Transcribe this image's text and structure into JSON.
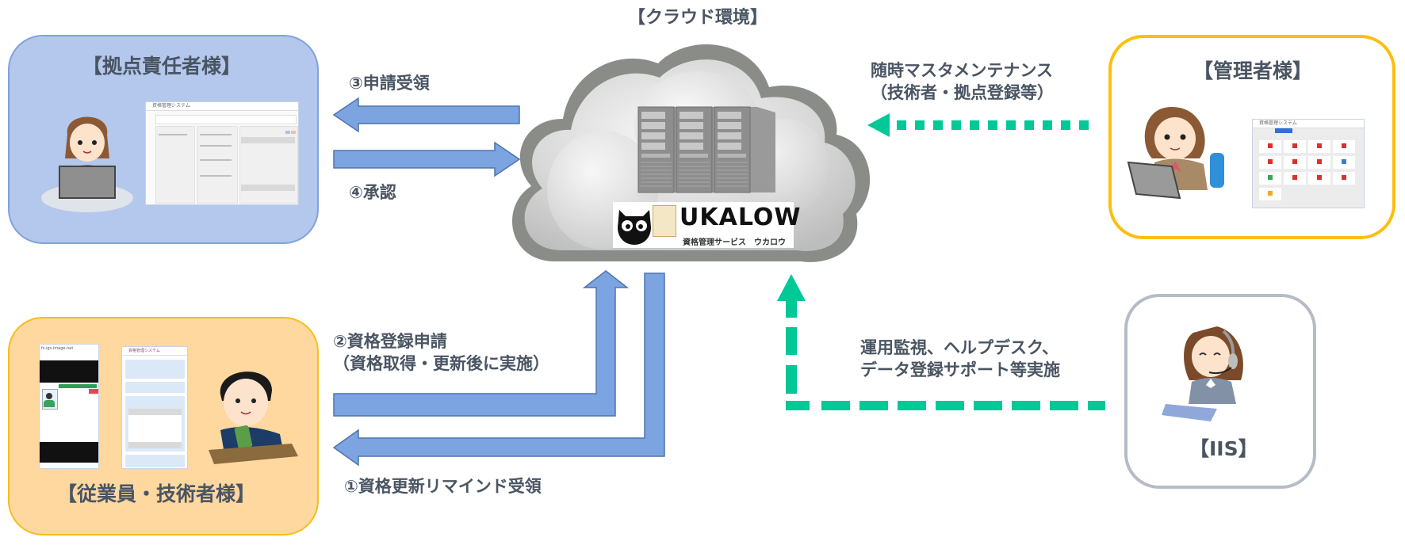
{
  "cloud": {
    "title": "【クラウド環境】",
    "service_logo": "UKALOW",
    "service_subtitle": "資格管理サービス　ウカロウ"
  },
  "actors": {
    "site_manager": {
      "title": "【拠点責任者様】",
      "screen_title": "資格管理システム"
    },
    "employee": {
      "title": "【従業員・技術者様】",
      "phone_url": "fs.igs-image.net",
      "screen_title": "資格管理システム"
    },
    "administrator": {
      "title": "【管理者様】",
      "screen_title": "資格管理システム"
    },
    "iis": {
      "title": "【IIS】"
    }
  },
  "flows": {
    "step3": "③申請受領",
    "step4": "④承認",
    "step2_line1": "②資格登録申請",
    "step2_line2": "（資格取得・更新後に実施）",
    "step1": "①資格更新リマインド受領",
    "admin_line1": "随時マスタメンテナンス",
    "admin_line2": "（技術者・拠点登録等）",
    "iis_line1": "運用監視、ヘルプデスク、",
    "iis_line2": "データ登録サポート等実施"
  },
  "colors": {
    "arrow_blue": "#7ba4e0",
    "arrow_blue_border": "#4f75b0",
    "dash_green": "#00c896",
    "site_manager_bg": "#b4c7ec",
    "site_manager_border": "#7fa3dc",
    "employee_bg": "#fed89f",
    "employee_border": "#f6be1a",
    "admin_border": "#fcbf0f",
    "iis_border": "#b5bcc6",
    "text": "#4a5563"
  }
}
